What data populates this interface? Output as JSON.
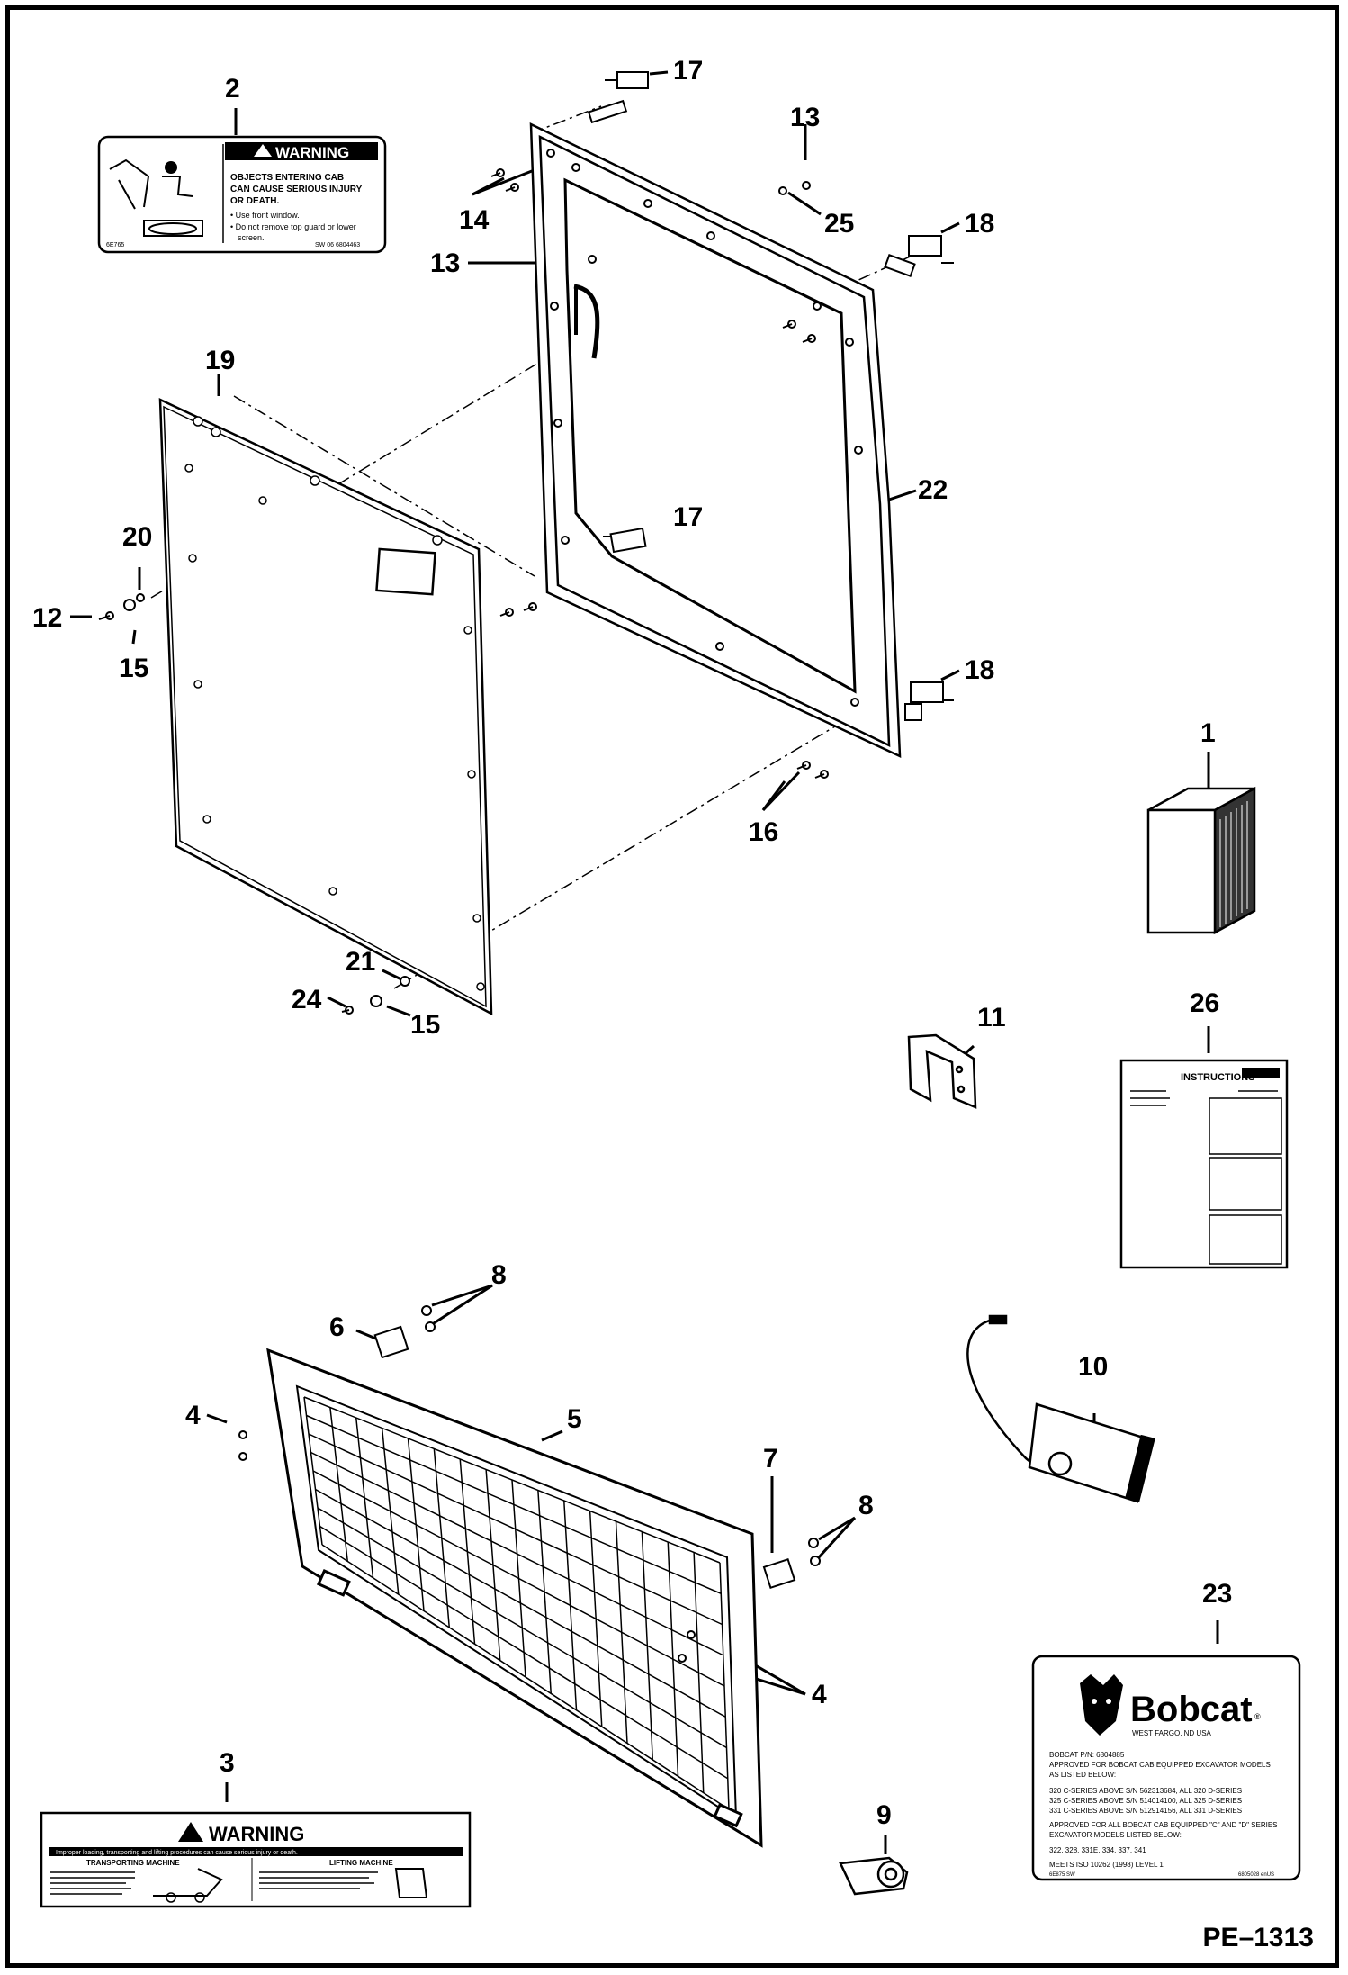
{
  "page_code": "PE–1313",
  "callouts": {
    "c1": "1",
    "c2": "2",
    "c3": "3",
    "c4a": "4",
    "c4b": "4",
    "c5": "5",
    "c6": "6",
    "c7": "7",
    "c8a": "8",
    "c8b": "8",
    "c9": "9",
    "c10": "10",
    "c11": "11",
    "c12": "12",
    "c13a": "13",
    "c13b": "13",
    "c14": "14",
    "c15a": "15",
    "c15b": "15",
    "c16": "16",
    "c17a": "17",
    "c17b": "17",
    "c18a": "18",
    "c18b": "18",
    "c19": "19",
    "c20": "20",
    "c21": "21",
    "c22": "22",
    "c23": "23",
    "c24": "24",
    "c25": "25",
    "c26": "26"
  },
  "decal_2": {
    "heading": "WARNING",
    "lines": [
      "OBJECTS ENTERING CAB",
      "CAN CAUSE SERIOUS INJURY",
      "OR DEATH."
    ],
    "bullets": [
      "• Use front window.",
      "• Do not remove top guard or lower",
      "screen."
    ],
    "code_left": "6E765",
    "code_right": "SW 06  6804463"
  },
  "decal_3": {
    "heading": "WARNING",
    "subheading": "Improper loading, transporting and lifting procedures can cause serious injury or death.",
    "col_left": "TRANSPORTING MACHINE",
    "col_right": "LIFTING MACHINE"
  },
  "decal_23": {
    "brand": "Bobcat",
    "trademark": "®",
    "location": "WEST FARGO, ND USA",
    "lines": [
      "BOBCAT P/N: 6804885",
      "APPROVED FOR BOBCAT CAB EQUIPPED EXCAVATOR MODELS",
      "AS LISTED BELOW:",
      "320 C-SERIES ABOVE S/N 562313684, ALL 320 D-SERIES",
      "325 C-SERIES ABOVE S/N 514014100, ALL 325 D-SERIES",
      "331 C-SERIES ABOVE S/N 512914156, ALL 331 D-SERIES",
      "APPROVED FOR ALL BOBCAT CAB EQUIPPED \"C\" AND \"D\" SERIES",
      "EXCAVATOR MODELS LISTED BELOW:",
      "322, 328, 331E, 334, 337, 341",
      "MEETS ISO 10262 (1998) LEVEL 1"
    ],
    "code_left": "6E875 SW",
    "code_right": "6805028 enUS"
  },
  "sheet_26": {
    "heading": "INSTRUCTIONS"
  }
}
